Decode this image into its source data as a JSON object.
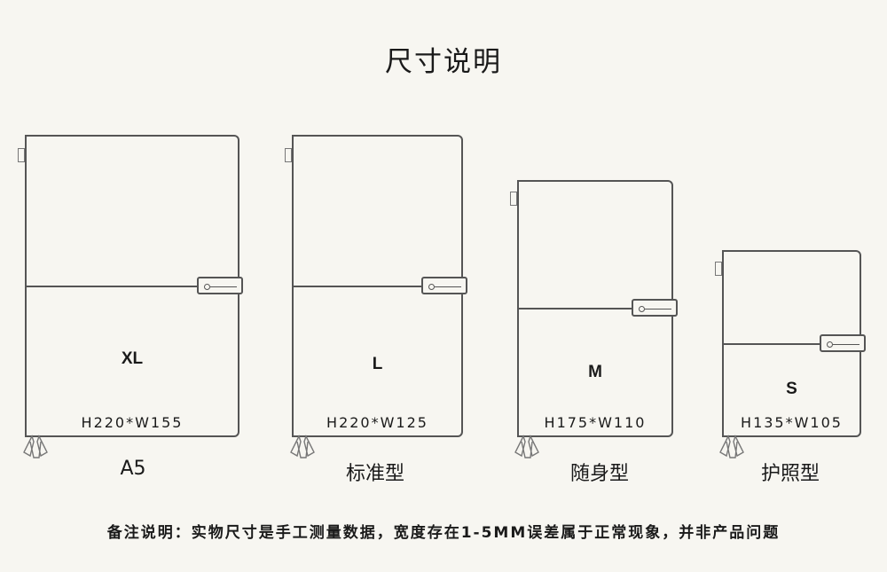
{
  "title": "尺寸说明",
  "notebooks": [
    {
      "code": "XL",
      "dims": "H220*W155",
      "label": "A5"
    },
    {
      "code": "L",
      "dims": "H220*W125",
      "label": "标准型"
    },
    {
      "code": "M",
      "dims": "H175*W110",
      "label": "随身型"
    },
    {
      "code": "S",
      "dims": "H135*W105",
      "label": "护照型"
    }
  ],
  "note": "备注说明：实物尺寸是手工测量数据，宽度存在1-5MM误差属于正常现象，并非产品问题"
}
